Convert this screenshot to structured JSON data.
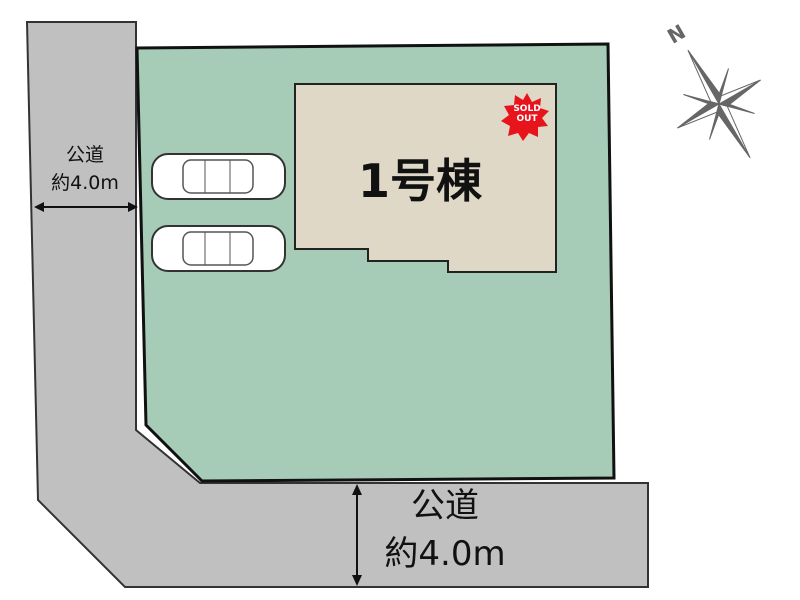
{
  "plot": {
    "building_label": "1号棟",
    "sold_badge": [
      "SOLD",
      "OUT"
    ],
    "compass_letter": "N",
    "roads": [
      {
        "name": "公道",
        "width": "約4.0m"
      },
      {
        "name": "公道",
        "width": "約4.0m"
      }
    ]
  },
  "colors": {
    "lot": "#a6ccb8",
    "road": "#c0c0c0",
    "building": "#e0d8c6",
    "sold": "#e8141c",
    "compass": "#666666"
  }
}
